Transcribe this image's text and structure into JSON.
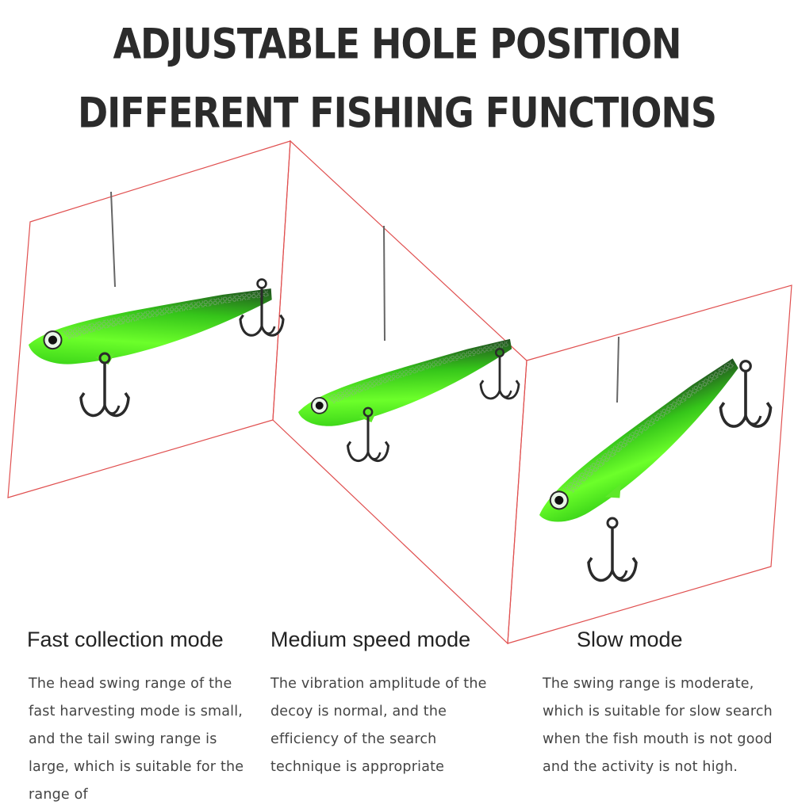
{
  "header": {
    "line1": "ADJUSTABLE HOLE POSITION",
    "line2": "DIFFERENT FISHING FUNCTIONS"
  },
  "colors": {
    "frame_line": "#e05050",
    "lure_green": "#3fe81a",
    "lure_dark": "#2a6f2a",
    "hook": "#2a2a2a"
  },
  "modes": [
    {
      "title": "Fast collection mode",
      "description": "The head swing range of the fast harvesting mode is small, and the tail swing range is large, which is suitable for the range of"
    },
    {
      "title": "Medium speed mode",
      "description": "The vibration amplitude of the decoy is normal, and the efficiency of the search technique is appropriate"
    },
    {
      "title": "Slow mode",
      "description": "The swing range is moderate, which is suitable for slow search when the fish mouth is not good and the activity is not high."
    }
  ]
}
